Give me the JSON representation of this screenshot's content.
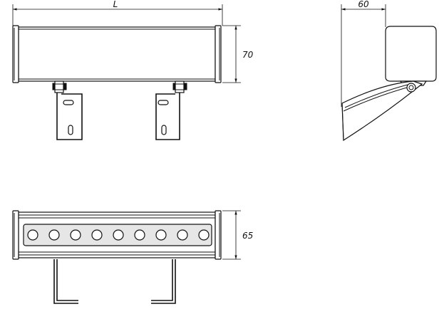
{
  "dimensions": {
    "length_label": "L",
    "width_label": "60",
    "height_side_label": "70",
    "height_bottom_label": "65"
  },
  "bottom_view": {
    "led_count": 9
  },
  "colors": {
    "line": "#111111",
    "fill": "#ffffff",
    "body_fill": "#e6e6e6"
  }
}
